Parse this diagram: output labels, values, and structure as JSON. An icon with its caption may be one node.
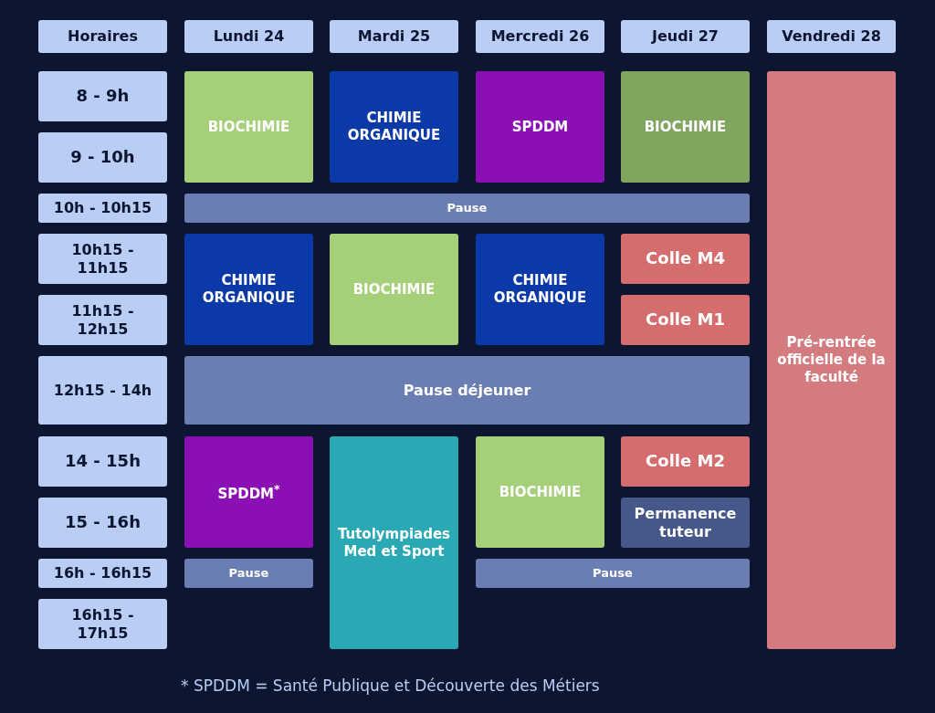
{
  "diagram": {
    "nodes": [
      {
        "text": [
          "Horaires"
        ]
      },
      {
        "text": [
          "Lundi 24"
        ]
      },
      {
        "text": [
          "Mardi 25"
        ]
      },
      {
        "text": [
          "Mercredi 26"
        ]
      },
      {
        "text": [
          "Jeudi 27"
        ]
      },
      {
        "text": [
          "Vendredi 28"
        ]
      },
      {
        "text": [
          "8 - 9h"
        ]
      },
      {
        "text": [
          "BIOCHIMIE"
        ]
      },
      {
        "text": [
          "CHIMIE ORGANIQUE"
        ]
      },
      {
        "text": [
          "SPDDM"
        ]
      },
      {
        "text": [
          "BIOCHIMIE"
        ]
      },
      {
        "text": [
          "Pré-rentrée officielle de la faculté"
        ]
      },
      {
        "text": [
          "9 - 10h"
        ]
      },
      {
        "text": [
          "10h - 10h15"
        ]
      },
      {
        "text": [
          "Pause"
        ]
      },
      {
        "text": [
          "10h15 - 11h15"
        ]
      },
      {
        "text": [
          "CHIMIE ORGANIQUE"
        ]
      },
      {
        "text": [
          "BIOCHIMIE"
        ]
      },
      {
        "text": [
          "CHIMIE ORGANIQUE"
        ]
      },
      {
        "text": [
          "Colle M4"
        ]
      },
      {
        "text": [
          "11h15 - 12h15"
        ]
      },
      {
        "text": [
          "Colle M1"
        ]
      },
      {
        "text": [
          "12h15 - 14h"
        ]
      },
      {
        "text": [
          "Pause déjeuner"
        ]
      },
      {
        "text": [
          "14 - 15h"
        ]
      },
      {
        "text": [
          "SPDDM$^{*}$"
        ]
      },
      {
        "text": [
          "Tutolympiades Med et Sport"
        ]
      },
      {
        "text": [
          "BIOCHIMIE"
        ]
      },
      {
        "text": [
          "Colle M2"
        ]
      },
      {
        "text": [
          "15 - 16h"
        ]
      },
      {
        "text": [
          "Permanence tuteur"
        ]
      },
      {
        "text": [
          "16h - 16h15"
        ]
      },
      {
        "text": [
          "Pause"
        ]
      },
      {
        "text": [
          "Pause"
        ]
      },
      {
        "text": [
          "16h15 - 17h15"
        ]
      }
    ],
    "labels": [
      "* SPDDM = Santé Publique et Découverte des Métiers"
    ]
  }
}
